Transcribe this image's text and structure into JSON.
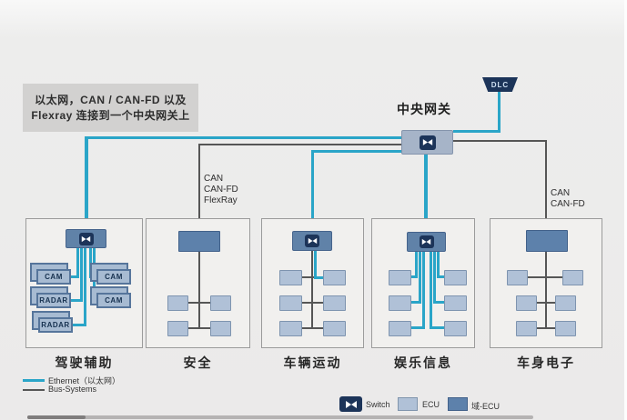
{
  "info_box": {
    "line1": "以太网，CAN / CAN-FD 以及",
    "line2": "Flexray 连接到一个中央网关上"
  },
  "gateway": {
    "label": "中央网关",
    "dlc_label": "DLC"
  },
  "bus_labels": {
    "safety": [
      "CAN",
      "CAN-FD",
      "FlexRay"
    ],
    "body": [
      "CAN",
      "CAN-FD"
    ]
  },
  "domains": [
    {
      "label": "驾驶辅助",
      "devices": [
        "CAM",
        "RADAR",
        "RADAR",
        "CAM",
        "CAM"
      ]
    },
    {
      "label": "安全"
    },
    {
      "label": "车辆运动"
    },
    {
      "label": "娱乐信息"
    },
    {
      "label": "车身电子"
    }
  ],
  "legend": {
    "ethernet": "Ethernet（以太网）",
    "bus": "Bus-Systems",
    "switch": "Switch",
    "ecu": "ECU",
    "domain_ecu": "域-ECU"
  },
  "colors": {
    "ethernet": "#2aa5c8",
    "bus": "#565656",
    "switch_navy": "#1c3459",
    "ecu_fill": "#b0c1d7",
    "domain_ecu_fill": "#5d81ab"
  }
}
